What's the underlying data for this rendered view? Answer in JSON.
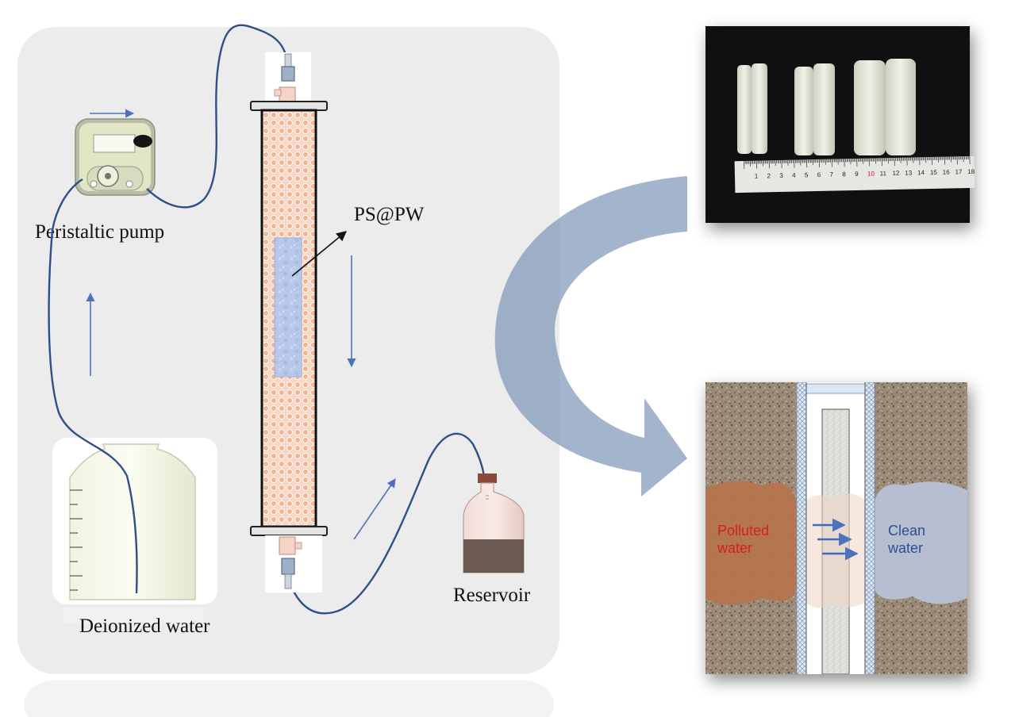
{
  "labels": {
    "pump": "Peristaltic pump",
    "source": "Deionized water",
    "material": "PS@PW",
    "reservoir": "Reservoir",
    "polluted_line1": "Polluted",
    "polluted_line2": "water",
    "clean_line1": "Clean",
    "clean_line2": "water"
  },
  "ruler": {
    "ticks": [
      "1",
      "2",
      "3",
      "4",
      "5",
      "6",
      "7",
      "8",
      "9",
      "10",
      "11",
      "12",
      "13",
      "14",
      "15",
      "16",
      "17",
      "18"
    ],
    "highlight": "10"
  },
  "colors": {
    "panel": "#ececec",
    "tube": "#2f4f8a",
    "flow_arrow": "#5a7fc0",
    "column_fill": "#f3c9b4",
    "curved_arrow": "#7a95b8",
    "polluted_text": "#d42020",
    "clean_text": "#2e4f8c"
  }
}
